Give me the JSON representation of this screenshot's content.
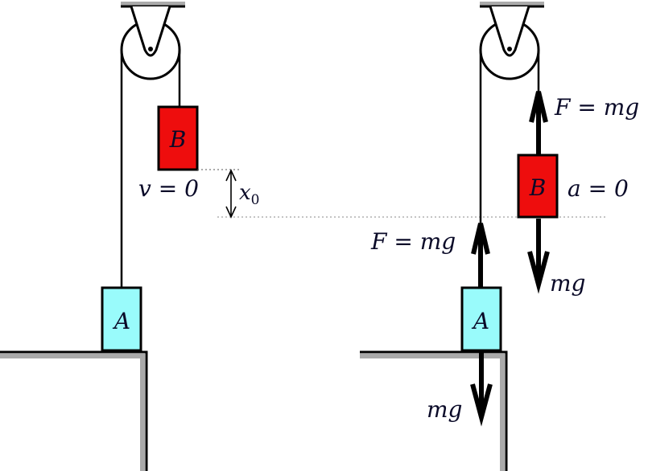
{
  "panels": {
    "left": {
      "block_a": {
        "label": "A",
        "color": "#99fbfb"
      },
      "block_b": {
        "label": "B",
        "color": "#ee0d0d"
      },
      "velocity_label": "v = 0",
      "displacement_label": "x",
      "displacement_subscript": "0"
    },
    "right": {
      "block_a": {
        "label": "A",
        "color": "#99fbfb"
      },
      "block_b": {
        "label": "B",
        "color": "#ee0d0d"
      },
      "tension_on_a_label": "F = mg",
      "weight_on_a_label": "mg",
      "tension_on_b_label": "F = mg",
      "weight_on_b_label": "mg",
      "acceleration_label": "a = 0"
    }
  },
  "colors": {
    "ceiling": "#aaaaaa",
    "ground_shadow": "#aaaaaa",
    "line": "#000000",
    "guide": "#888888"
  }
}
